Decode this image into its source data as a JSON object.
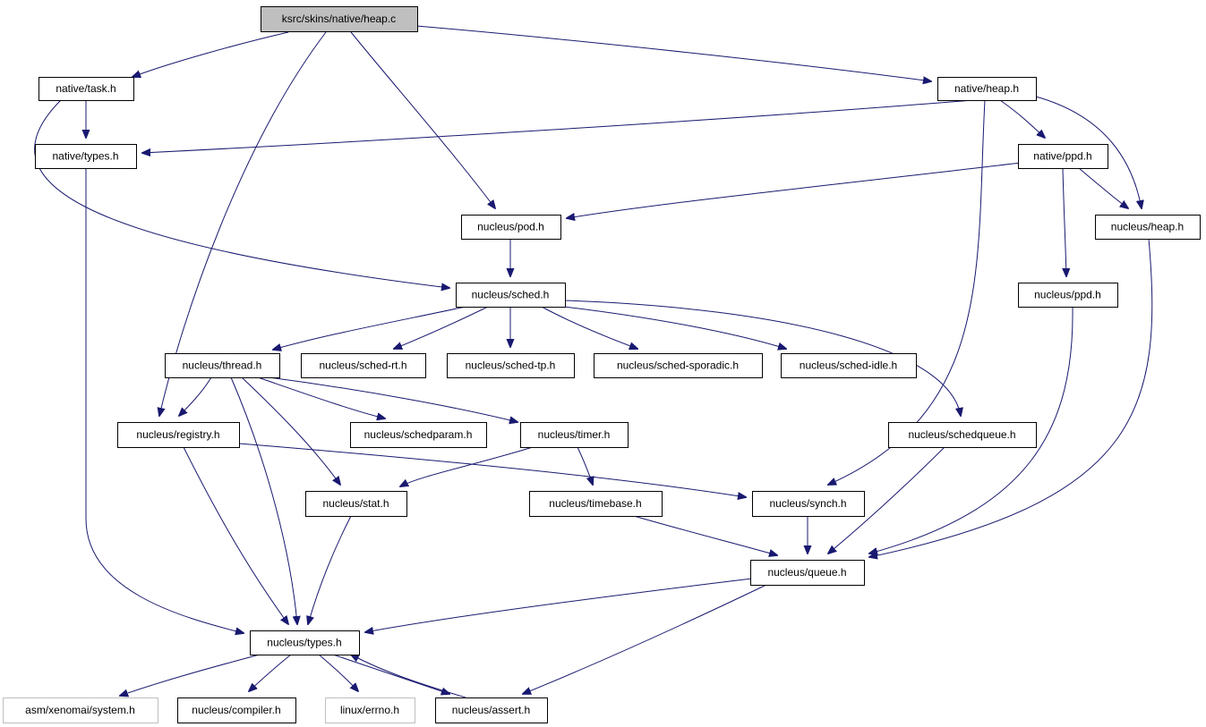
{
  "graph": {
    "nodes": [
      {
        "id": "heap_c",
        "label": "ksrc/skins/native/heap.c",
        "kind": "root"
      },
      {
        "id": "native_task",
        "label": "native/task.h",
        "kind": "file"
      },
      {
        "id": "native_heap",
        "label": "native/heap.h",
        "kind": "file"
      },
      {
        "id": "native_types",
        "label": "native/types.h",
        "kind": "file"
      },
      {
        "id": "native_ppd",
        "label": "native/ppd.h",
        "kind": "file"
      },
      {
        "id": "nucleus_pod",
        "label": "nucleus/pod.h",
        "kind": "file"
      },
      {
        "id": "nucleus_heap",
        "label": "nucleus/heap.h",
        "kind": "file"
      },
      {
        "id": "nucleus_sched",
        "label": "nucleus/sched.h",
        "kind": "file"
      },
      {
        "id": "nucleus_ppd",
        "label": "nucleus/ppd.h",
        "kind": "file"
      },
      {
        "id": "nucleus_thread",
        "label": "nucleus/thread.h",
        "kind": "file"
      },
      {
        "id": "sched_rt",
        "label": "nucleus/sched-rt.h",
        "kind": "file"
      },
      {
        "id": "sched_tp",
        "label": "nucleus/sched-tp.h",
        "kind": "file"
      },
      {
        "id": "sched_sporadic",
        "label": "nucleus/sched-sporadic.h",
        "kind": "file"
      },
      {
        "id": "sched_idle",
        "label": "nucleus/sched-idle.h",
        "kind": "file"
      },
      {
        "id": "nucleus_registry",
        "label": "nucleus/registry.h",
        "kind": "file"
      },
      {
        "id": "schedparam",
        "label": "nucleus/schedparam.h",
        "kind": "file"
      },
      {
        "id": "nucleus_timer",
        "label": "nucleus/timer.h",
        "kind": "file"
      },
      {
        "id": "schedqueue",
        "label": "nucleus/schedqueue.h",
        "kind": "file"
      },
      {
        "id": "nucleus_stat",
        "label": "nucleus/stat.h",
        "kind": "file"
      },
      {
        "id": "timebase",
        "label": "nucleus/timebase.h",
        "kind": "file"
      },
      {
        "id": "nucleus_synch",
        "label": "nucleus/synch.h",
        "kind": "file"
      },
      {
        "id": "nucleus_queue",
        "label": "nucleus/queue.h",
        "kind": "file"
      },
      {
        "id": "nucleus_types",
        "label": "nucleus/types.h",
        "kind": "file"
      },
      {
        "id": "asm_system",
        "label": "asm/xenomai/system.h",
        "kind": "external"
      },
      {
        "id": "compiler",
        "label": "nucleus/compiler.h",
        "kind": "file"
      },
      {
        "id": "linux_errno",
        "label": "linux/errno.h",
        "kind": "external"
      },
      {
        "id": "nucleus_assert",
        "label": "nucleus/assert.h",
        "kind": "file"
      }
    ],
    "edges": [
      {
        "from": "heap_c",
        "to": "native_task"
      },
      {
        "from": "heap_c",
        "to": "native_heap"
      },
      {
        "from": "heap_c",
        "to": "nucleus_pod"
      },
      {
        "from": "heap_c",
        "to": "nucleus_registry"
      },
      {
        "from": "native_task",
        "to": "native_types"
      },
      {
        "from": "native_task",
        "to": "nucleus_sched"
      },
      {
        "from": "native_heap",
        "to": "native_types"
      },
      {
        "from": "native_heap",
        "to": "native_ppd"
      },
      {
        "from": "native_heap",
        "to": "nucleus_heap"
      },
      {
        "from": "native_heap",
        "to": "nucleus_synch"
      },
      {
        "from": "native_types",
        "to": "nucleus_types"
      },
      {
        "from": "native_ppd",
        "to": "nucleus_pod"
      },
      {
        "from": "native_ppd",
        "to": "nucleus_heap"
      },
      {
        "from": "native_ppd",
        "to": "nucleus_ppd"
      },
      {
        "from": "nucleus_pod",
        "to": "nucleus_sched"
      },
      {
        "from": "nucleus_heap",
        "to": "nucleus_queue"
      },
      {
        "from": "nucleus_ppd",
        "to": "nucleus_queue"
      },
      {
        "from": "nucleus_sched",
        "to": "nucleus_thread"
      },
      {
        "from": "nucleus_sched",
        "to": "sched_rt"
      },
      {
        "from": "nucleus_sched",
        "to": "sched_tp"
      },
      {
        "from": "nucleus_sched",
        "to": "sched_sporadic"
      },
      {
        "from": "nucleus_sched",
        "to": "sched_idle"
      },
      {
        "from": "nucleus_sched",
        "to": "schedqueue"
      },
      {
        "from": "nucleus_thread",
        "to": "nucleus_registry"
      },
      {
        "from": "nucleus_thread",
        "to": "schedparam"
      },
      {
        "from": "nucleus_thread",
        "to": "nucleus_timer"
      },
      {
        "from": "nucleus_thread",
        "to": "nucleus_stat"
      },
      {
        "from": "nucleus_thread",
        "to": "nucleus_types"
      },
      {
        "from": "nucleus_registry",
        "to": "nucleus_synch"
      },
      {
        "from": "nucleus_registry",
        "to": "nucleus_types"
      },
      {
        "from": "nucleus_timer",
        "to": "nucleus_stat"
      },
      {
        "from": "nucleus_timer",
        "to": "timebase"
      },
      {
        "from": "schedqueue",
        "to": "nucleus_queue"
      },
      {
        "from": "nucleus_stat",
        "to": "nucleus_types"
      },
      {
        "from": "timebase",
        "to": "nucleus_queue"
      },
      {
        "from": "nucleus_synch",
        "to": "nucleus_queue"
      },
      {
        "from": "nucleus_queue",
        "to": "nucleus_types"
      },
      {
        "from": "nucleus_queue",
        "to": "nucleus_assert"
      },
      {
        "from": "nucleus_types",
        "to": "asm_system"
      },
      {
        "from": "nucleus_types",
        "to": "compiler"
      },
      {
        "from": "nucleus_types",
        "to": "linux_errno"
      },
      {
        "from": "nucleus_types",
        "to": "nucleus_assert"
      },
      {
        "from": "nucleus_assert",
        "to": "nucleus_types"
      }
    ]
  },
  "colors": {
    "edge": "#191970",
    "node_border": "#000000",
    "root_fill": "#bfbfbf",
    "external_border": "#bfbfbf",
    "background": "#ffffff"
  }
}
